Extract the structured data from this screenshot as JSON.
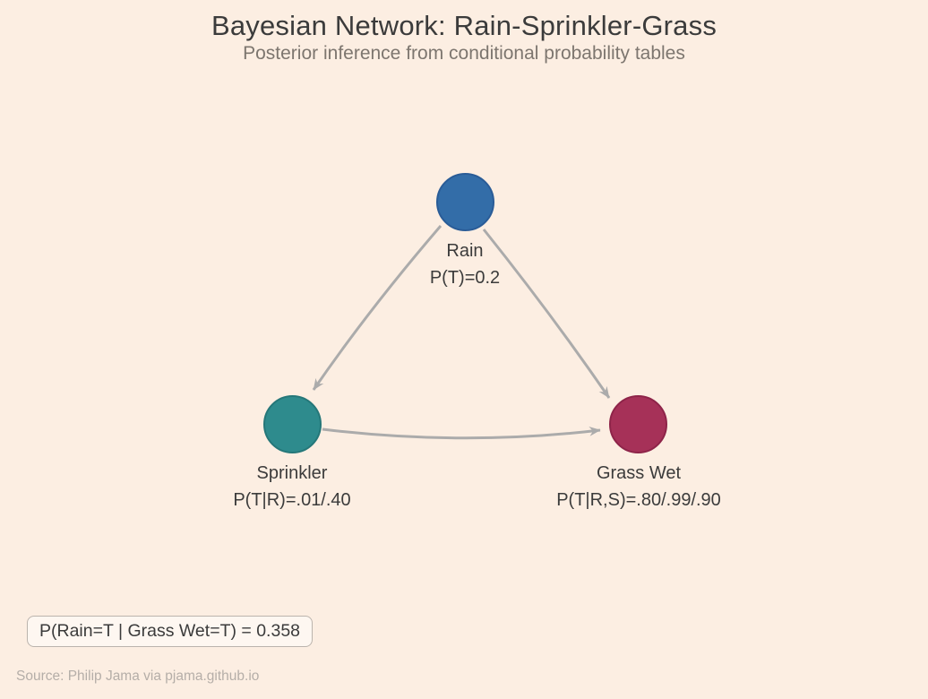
{
  "header": {
    "title": "Bayesian Network: Rain-Sprinkler-Grass",
    "subtitle": "Posterior inference from conditional probability tables"
  },
  "network": {
    "nodes": [
      {
        "id": "rain",
        "label": "Rain",
        "cpt": "P(T)=0.2",
        "fill": "#336DA8",
        "border": "#2A5C97"
      },
      {
        "id": "sprinkler",
        "label": "Sprinkler",
        "cpt": "P(T|R)=.01/.40",
        "fill": "#2E8B8D",
        "border": "#257779"
      },
      {
        "id": "grass-wet",
        "label": "Grass Wet",
        "cpt": "P(T|R,S)=.80/.99/.90",
        "fill": "#A63158",
        "border": "#8E2449"
      }
    ],
    "edges": [
      {
        "from": "rain",
        "to": "sprinkler"
      },
      {
        "from": "rain",
        "to": "grass-wet"
      },
      {
        "from": "sprinkler",
        "to": "grass-wet"
      }
    ],
    "edge_color": "#ABABAB"
  },
  "result": {
    "label": "P(Rain=T | Grass Wet=T) = 0.358"
  },
  "footer": {
    "source": "Source: Philip Jama via pjama.github.io"
  },
  "colors": {
    "background": "#FCEEE2",
    "title_text": "#3B3B3B",
    "subtitle_text": "#7D766F",
    "label_text": "#3B3B3B",
    "edge": "#ABABAB",
    "result_border": "#BBB4AD",
    "source_text": "#B5AEA8"
  }
}
